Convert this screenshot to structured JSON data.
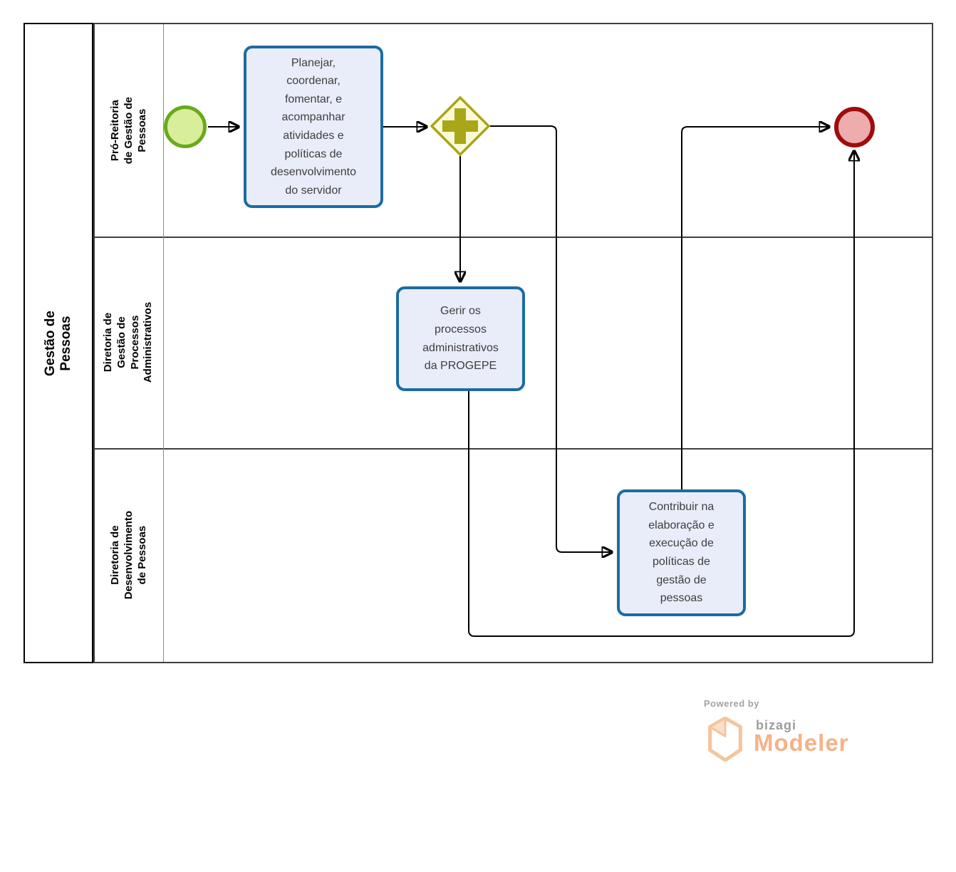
{
  "pool": {
    "title": "Gestão de Pessoas",
    "lanes": [
      {
        "label": "Pró-Reitoria de Gestão de\nPessoas"
      },
      {
        "label": "Diretoria de Gestão de\nProcessos Administrativos"
      },
      {
        "label": "Diretoria de Desenvolvimento\nde Pessoas"
      }
    ]
  },
  "nodes": {
    "start_event": {
      "kind": "start-event"
    },
    "task_planejar": {
      "label": "Planejar,\ncoordenar,\nfomentar, e\nacompanhar\natividades e\npolíticas de\ndesenvolvimento\ndo servidor"
    },
    "gateway_parallel": {
      "kind": "parallel-gateway"
    },
    "task_gerir": {
      "label": "Gerir os\nprocessos\nadministrativos\nda PROGEPE"
    },
    "task_contribuir": {
      "label": "Contribuir na\nelaboração e\nexecução de\npolíticas de\ngestão de\npessoas"
    },
    "end_event": {
      "kind": "end-event"
    }
  },
  "colors": {
    "task_border": "#1b6ba3",
    "task_fill": "#e9edfa",
    "start_border": "#68aa1c",
    "start_fill": "#d8ee9b",
    "end_border": "#9e0d0d",
    "end_fill": "#efacac",
    "gateway_border": "#a9a619",
    "gateway_fill": "#fbfad6",
    "flow": "#000000",
    "brand_orange": "#f5b287",
    "brand_gray": "#9d9d9d"
  },
  "branding": {
    "powered_by": "Powered by",
    "brand": "bizagi",
    "product": "Modeler"
  }
}
